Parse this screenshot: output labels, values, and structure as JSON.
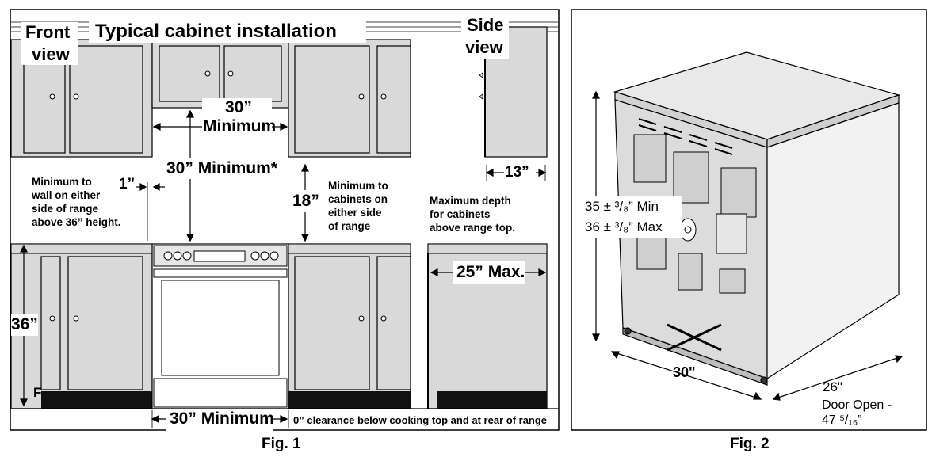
{
  "fig1": {
    "caption": "Fig. 1",
    "front_view_label_1": "Front",
    "front_view_label_2": "view",
    "title": "Typical cabinet installation",
    "side_view_label_1": "Side",
    "side_view_label_2": "view",
    "dim_30_top_1": "30”",
    "dim_30_top_2": "Minimum",
    "dim_30_min_star": "30” Minimum*",
    "dim_1": "1”",
    "wall_note_1": "Minimum to",
    "wall_note_2": "wall on either",
    "wall_note_3": "side of range",
    "wall_note_4": "above 36” height.",
    "dim_18": "18”",
    "cab_note_1": "Minimum to",
    "cab_note_2": "cabinets on",
    "cab_note_3": "either side",
    "cab_note_4": "of range",
    "dim_13": "13”",
    "depth_note_1": "Maximum depth",
    "depth_note_2": "for cabinets",
    "depth_note_3": "above range top.",
    "dim_25": "25” Max.",
    "dim_36": "36”",
    "floor_letter": "F",
    "dim_30_bottom": "30” Minimum",
    "clearance_note": "0” clearance below cooking top and at rear of range"
  },
  "fig2": {
    "caption": "Fig. 2",
    "height_min": "35 ± ³/₈” Min",
    "height_max": "36 ± ³/₈” Max",
    "width": "30\"",
    "depth": "26\"",
    "door_open_1": "Door Open -",
    "door_open_2": "47 ⁵/₁₆”"
  }
}
